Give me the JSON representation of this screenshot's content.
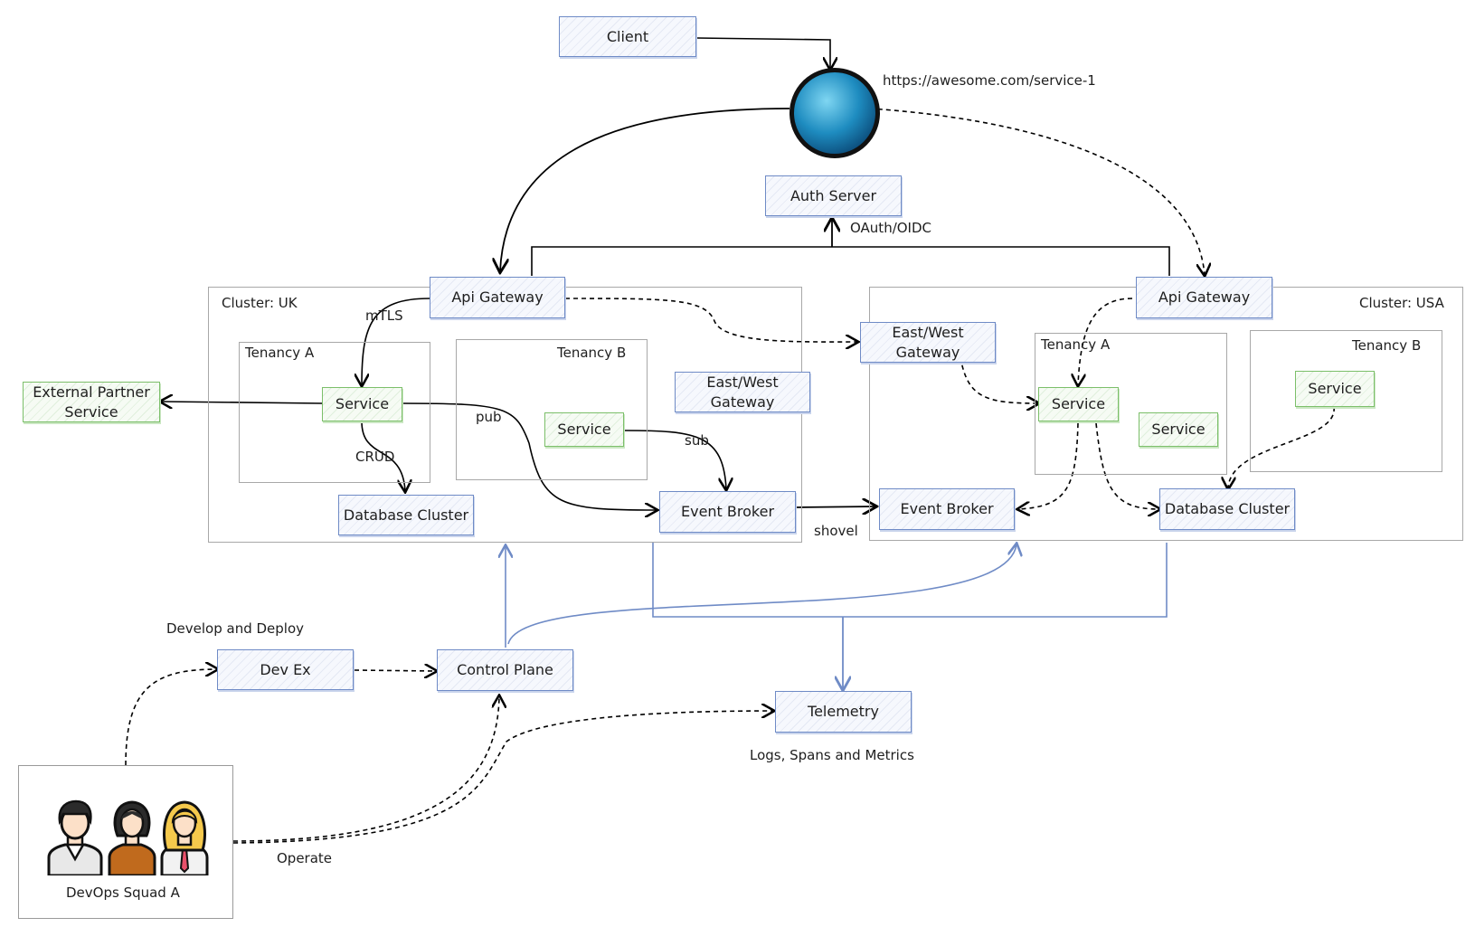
{
  "nodes": {
    "client": "Client",
    "url": "https://awesome.com/service-1",
    "auth_server": "Auth Server",
    "oauth": "OAuth/OIDC",
    "uk_cluster": "Cluster: UK",
    "uk_gateway": "Api Gateway",
    "mtls": "mTLS",
    "uk_tenancy_a": "Tenancy A",
    "uk_tenancy_b": "Tenancy B",
    "uk_service_a": "Service",
    "uk_service_b": "Service",
    "crud": "CRUD",
    "pub": "pub",
    "sub": "sub",
    "uk_db": "Database Cluster",
    "uk_eastwest": "East/West\nGateway",
    "uk_broker": "Event Broker",
    "external_partner": "External Partner\nService",
    "shovel": "shovel",
    "usa_cluster": "Cluster: USA",
    "usa_gateway": "Api Gateway",
    "usa_eastwest": "East/West\nGateway",
    "usa_tenancy_a": "Tenancy A",
    "usa_tenancy_b": "Tenancy B",
    "usa_service_a1": "Service",
    "usa_service_a2": "Service",
    "usa_service_b": "Service",
    "usa_broker": "Event Broker",
    "usa_db": "Database Cluster",
    "develop_deploy": "Develop and Deploy",
    "dev_ex": "Dev Ex",
    "control_plane": "Control Plane",
    "telemetry": "Telemetry",
    "telemetry_note": "Logs, Spans and Metrics",
    "operate": "Operate",
    "squad": "DevOps Squad A"
  },
  "colors": {
    "blue_border": "#6f8bc6",
    "green_border": "#7cbf6a",
    "frame": "#a8a8a8",
    "arrow": "#000000",
    "telemetry_arrow": "#6f8bc6"
  },
  "icons": {
    "globe": "globe-icon",
    "people": [
      "man-icon",
      "woman-dark-hair-icon",
      "woman-blonde-icon"
    ]
  }
}
